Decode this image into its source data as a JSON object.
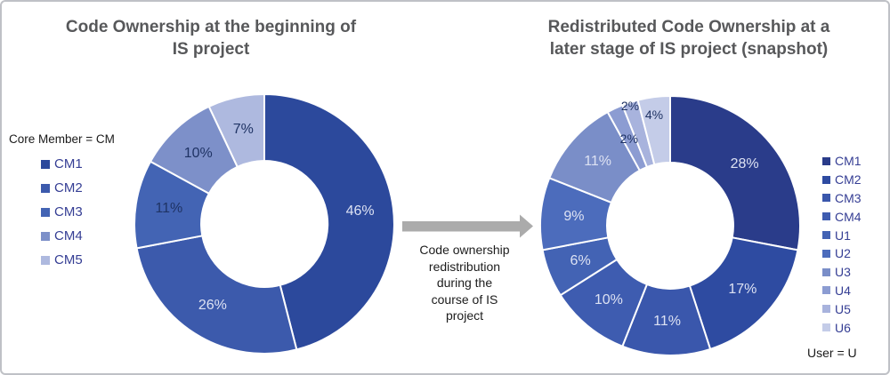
{
  "frame": {
    "background": "#ffffff",
    "border_color": "#bfc1c6"
  },
  "middle": {
    "caption": "Code ownership\nredistribution\nduring the\ncourse of IS\nproject",
    "arrow_color": "#ababab"
  },
  "chart_data": [
    {
      "type": "pie",
      "subtype": "donut",
      "title": "Code Ownership at the beginning of IS project",
      "display_title": "Code Ownership at the beginning of\nIS project",
      "legend_heading": "Core Member = CM",
      "legend_position": "left",
      "start_angle_deg": 0,
      "direction": "clockwise",
      "labels": [
        "CM1",
        "CM2",
        "CM3",
        "CM4",
        "CM5"
      ],
      "values": [
        46,
        26,
        11,
        10,
        7
      ],
      "data_labels": [
        "46%",
        "26%",
        "11%",
        "10%",
        "7%"
      ],
      "colors": [
        "#2c499c",
        "#3c5aac",
        "#4364b4",
        "#7d90c9",
        "#aeb9df"
      ],
      "label_style": [
        "light",
        "light",
        "dark",
        "dark",
        "dark"
      ]
    },
    {
      "type": "pie",
      "subtype": "donut",
      "title": "Redistributed Code Ownership at a later stage of IS project (snapshot)",
      "display_title": "Redistributed Code Ownership at a\nlater stage of IS project (snapshot)",
      "legend_footer": "User = U",
      "legend_position": "right",
      "start_angle_deg": 0,
      "direction": "clockwise",
      "labels": [
        "CM1",
        "CM2",
        "CM3",
        "CM4",
        "U1",
        "U2",
        "U3",
        "U4",
        "U5",
        "U6"
      ],
      "values": [
        28,
        17,
        11,
        10,
        6,
        9,
        11,
        2,
        2,
        4
      ],
      "data_labels": [
        "28%",
        "17%",
        "11%",
        "10%",
        "6%",
        "9%",
        "11%",
        "2%",
        "2%",
        "4%"
      ],
      "colors": [
        "#2a3c8a",
        "#2e4ba1",
        "#3a57ac",
        "#3e5cb0",
        "#4363b4",
        "#4c6cbc",
        "#7a8ec8",
        "#8c9cd2",
        "#a8b3dd",
        "#c4cce8"
      ],
      "label_style": [
        "light",
        "light",
        "light",
        "light",
        "light",
        "light",
        "light",
        "dark",
        "dark",
        "dark"
      ]
    }
  ]
}
